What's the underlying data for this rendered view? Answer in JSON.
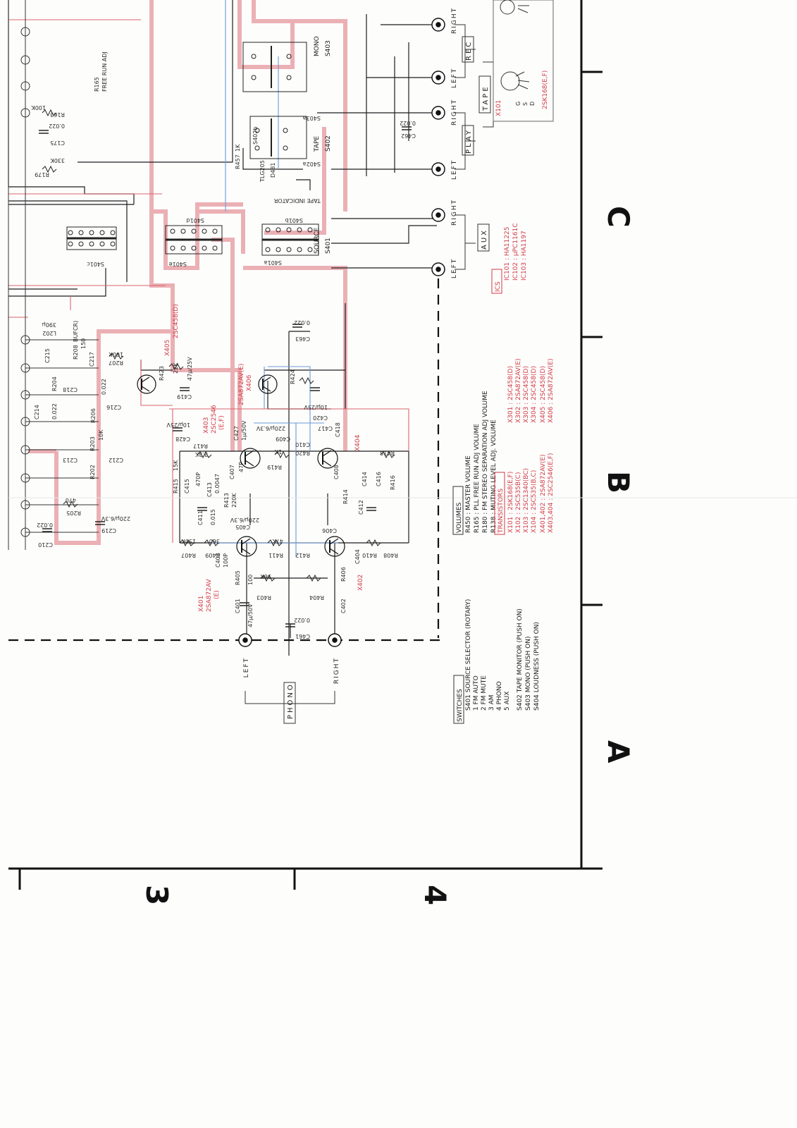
{
  "grid": {
    "columns": [
      "A",
      "B",
      "C"
    ],
    "rows": [
      "3",
      "4"
    ]
  },
  "ports": {
    "phono_label": "PHONO",
    "aux_label": "AUX",
    "tape_label": "TAPE",
    "play_label": "PLAY",
    "rec_label": "REC",
    "left": "LEFT",
    "right": "RIGHT"
  },
  "switch_names": {
    "source": "SOURCE",
    "source_id": "S401",
    "tape": "TAPE",
    "tape_id": "S402",
    "mono": "MONO",
    "mono_id": "S403",
    "s401a": "S401a",
    "s401b": "S401b",
    "s401c": "S401c",
    "s401d": "S401d",
    "s401e": "S401e",
    "s402a": "S402a",
    "s402b": "S402b",
    "s403a": "S403a",
    "tape_indicator": "TAPE INDICATOR",
    "lamp": "TLG205",
    "d481": "D481"
  },
  "transistor_labels": {
    "x401": "X401",
    "x401_type": "2SA872AV",
    "x401_grade": "(E)",
    "x402": "X402",
    "x403": "X403",
    "x403_type": "2SC2546",
    "x403_grade": "(E,F)",
    "x404": "X404",
    "x405": "X405",
    "x405_type": "2SC458(D)",
    "x406": "X406",
    "x406_type": "2SA872AV(E)",
    "x101": "X101",
    "x101_type": "2SK168(E.F)"
  },
  "component_labels": {
    "r165": "R165",
    "r165_desc": "FREE RUN ADJ",
    "r179": "R179",
    "r179_val": "330K",
    "c175": "C175",
    "c175_val": "0.022",
    "r163": "R163",
    "r163_val": "100K",
    "r208": "R208",
    "r208_desc": "BUFCR)",
    "r208_val": "150",
    "l202": "L202",
    "l202_val": "390μ",
    "r207": "R207",
    "r207_val": "100K",
    "c216": "C216",
    "c216_val": "0.022",
    "c215": "C215",
    "c214": "C214",
    "c214_val": "0.022",
    "r204": "R204",
    "r206": "R206",
    "c217": "C217",
    "c218": "C218",
    "r203": "R203",
    "r203_val": "10K",
    "r202": "R202",
    "c213": "C213",
    "c212": "C212",
    "r205": "R205",
    "r205_val": "470",
    "c219": "C219",
    "c219_val": "220μ/6.3V",
    "c210": "C210",
    "c210_val": "0.022",
    "r423": "R423",
    "r423_val": "22K",
    "c419": "C419",
    "c419_val": "47μ/25V",
    "c428": "C428",
    "c428_val": "10μ/25V",
    "r415": "R415",
    "r415_val": "15K",
    "r417": "R417",
    "r417_val": "3.3K",
    "c413": "C413",
    "c413_val": "0.0047",
    "c415": "C415",
    "c415_val": "470P",
    "c411": "C411",
    "c411_val": "0.015",
    "r413": "R413",
    "r413_val": "220K",
    "c405": "C405",
    "c405_val": "220μ/6.3V",
    "r407": "R407",
    "r407_val": "150K",
    "r409": "R409",
    "r409_val": "360",
    "r411": "R411",
    "r411_val": "47K",
    "c403": "C403",
    "c403_val": "100P",
    "r405": "R405",
    "r405_val": "100",
    "r403": "R403",
    "r403_val": "56K",
    "c401": "C401",
    "c401_val": "47μ/50V",
    "c461": "C461",
    "c461_val": "0.022",
    "c402": "C402",
    "r404": "R404",
    "r406": "R406",
    "r408": "R408",
    "r410": "R410",
    "r412": "R412",
    "c404": "C404",
    "c406": "C406",
    "c412": "C412",
    "c414": "C414",
    "c416": "C416",
    "r414": "R414",
    "r416": "R416",
    "c408": "C408",
    "r418": "R418",
    "c418": "C418",
    "c417": "C417",
    "c409": "C409",
    "c409_val": "220μ/6.3V",
    "c407": "C407",
    "c407_val": "47P",
    "r419": "R419",
    "r420": "R420",
    "r420_val": "1K",
    "c410": "C410",
    "c427": "C427",
    "c427_val": "1μ/50V",
    "c420": "C420",
    "c420_val": "10μ/25V",
    "r424": "R424",
    "c463": "C463",
    "c463_val": "0.022",
    "r457": "R457",
    "r457_val": "1K",
    "c462": "C462",
    "c462_val": "0.022"
  },
  "legend": {
    "volumes_title": "VOLUMES",
    "volumes": [
      "R450 : MASTER VOLUME",
      "R165 : PLL FREE RUN ADJ VOLUME",
      "R180 : FM STEREO SEPARATION ADJ VOLUME",
      "R138 : MUTING LEVEL ADJ. VOLUME"
    ],
    "transistors_title": "TRANSISTORS",
    "transistors_col1": [
      "X101 : 2SK168(E,F)",
      "X102 : 2SC535B(C)",
      "X103 : 2SC1340(BC)",
      "X104 : 2SC535(B,C)",
      "",
      "X401,402 : 2SA872AV(E)",
      "X403,404 : 2SC2546(E,F)"
    ],
    "transistors_col2": [
      "X301 : 2SC458(D)",
      "X302 : 2SA872AV(E)",
      "X303 : 2SC458(D)",
      "X304 : 2SC458(D)",
      "",
      "X405 : 2SC458(D)",
      "X406 : 2SA872AV(E)"
    ],
    "ics_title": "ICS",
    "ics": [
      "IC101 : HA11225",
      "IC102 : μPC1161C",
      "IC103 : HA1197"
    ],
    "switches_title": "SWITCHES",
    "switches": [
      "S401 SOURCE SELECTOR (ROTARY)",
      "  1 FM AUTO",
      "  2 FM MUTE",
      "  3 AM",
      "  4 PHONO",
      "  5 AUX",
      "",
      "S402 TAPE MONITOR (PUSH ON)",
      "S403 MONO (PUSH ON)",
      "S404 LOUDNESS (PUSH ON)"
    ]
  },
  "inset": {
    "x101": "X101",
    "x101_type": "2SK168(E,F)",
    "pin_g": "G",
    "pin_s": "S",
    "pin_d": "D"
  },
  "colors": {
    "red_trace": "#d9656e",
    "red_text": "#d13a45",
    "blue_trace": "#5a8fd0",
    "black_trace": "#1e1e1e"
  }
}
